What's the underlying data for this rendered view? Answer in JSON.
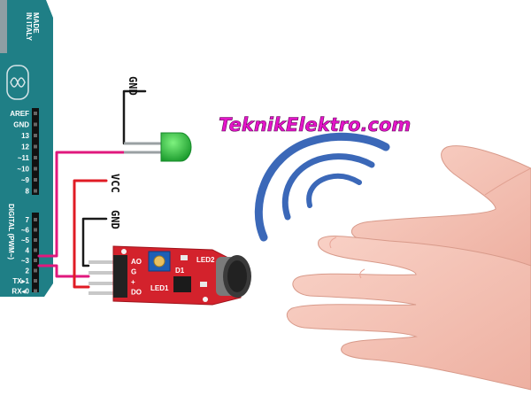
{
  "board": {
    "made_in": [
      "MADE",
      "IN ITALY"
    ],
    "digital_label": "DIGITAL (PWM~)",
    "pins": [
      "AREF",
      "GND",
      "13",
      "12",
      "~11",
      "~10",
      "~9",
      "8",
      "7",
      "~6",
      "~5",
      "4",
      "~3",
      "2",
      "TX▸1",
      "RX◂0"
    ]
  },
  "labels": {
    "led_gnd": "GND",
    "vcc": "VCC",
    "gnd": "GND"
  },
  "sensor": {
    "pins": [
      "AO",
      "G",
      "+",
      "DO"
    ],
    "led_marks": [
      "LED1",
      "LED2"
    ],
    "chip_label": "D1"
  },
  "brand": "TeknikElektro.com",
  "colors": {
    "board": "#1f7f86",
    "wire_pink": "#e0197d",
    "wire_red": "#e01b24",
    "wire_black": "#1a1a1a",
    "sensor_pcb": "#d3222c",
    "led": "#1ec23a",
    "brand": "#e415c9",
    "waves": "#3b68b8",
    "skin": "#f6c3b6"
  }
}
